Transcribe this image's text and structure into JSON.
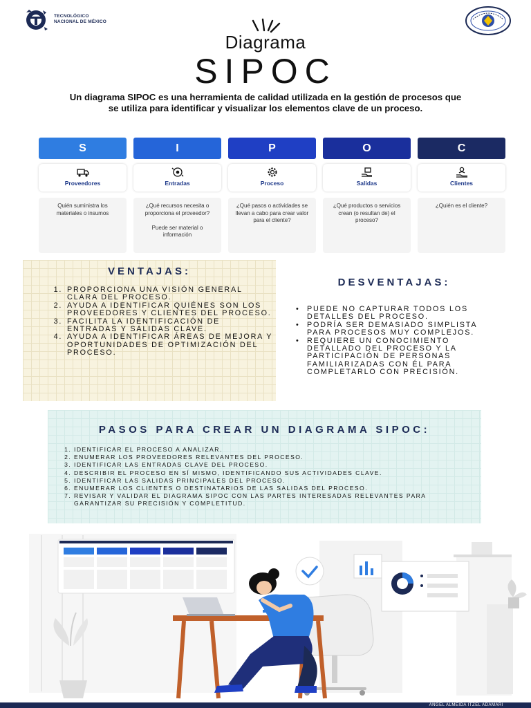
{
  "header": {
    "institution_line1": "TECNOLÓGICO",
    "institution_line2": "NACIONAL DE MÉXICO",
    "title_line1": "Diagrama",
    "title_line2": "SIPOC"
  },
  "intro": "Un diagrama SIPOC es una herramienta de calidad utilizada en la gestión de procesos que se utiliza para identificar y visualizar los elementos clave de un proceso.",
  "sipoc": [
    {
      "letter": "S",
      "category": "Proveedores",
      "icon": "truck-icon",
      "color": "#2f7de1",
      "desc": "Quién suministra los materiales o insumos"
    },
    {
      "letter": "I",
      "category": "Entradas",
      "icon": "gear-cycle-icon",
      "color": "#2565d9",
      "desc": "¿Qué recursos necesita o proporciona el proveedor?\n\nPuede ser material o información"
    },
    {
      "letter": "P",
      "category": "Proceso",
      "icon": "process-gear-icon",
      "color": "#1f3fc4",
      "desc": "¿Qué pasos o actividades se llevan a cabo para crear valor para el cliente?"
    },
    {
      "letter": "O",
      "category": "Salidas",
      "icon": "box-hand-icon",
      "color": "#1a2f9c",
      "desc": "¿Qué productos o servicios crean (o resultan de) el proceso?"
    },
    {
      "letter": "C",
      "category": "Clientes",
      "icon": "client-hand-icon",
      "color": "#1b2a63",
      "desc": "¿Quién es el cliente?"
    }
  ],
  "ventajas": {
    "title": "VENTAJAS:",
    "items": [
      "Proporciona una visión general clara del proceso.",
      "Ayuda a identificar quiénes son los proveedores y clientes del proceso.",
      "Facilita la identificación de entradas y salidas clave.",
      "Ayuda a identificar áreas de mejora y oportunidades de optimización del proceso."
    ]
  },
  "desventajas": {
    "title": "DESVENTAJAS:",
    "items": [
      "Puede no capturar todos los detalles del proceso.",
      "Podría ser demasiado simplista para procesos muy complejos.",
      "Requiere un conocimiento detallado del proceso y la participación de personas familiarizadas con él para completarlo con precisión."
    ]
  },
  "pasos": {
    "title": "PASOS PARA CREAR UN DIAGRAMA SIPOC:",
    "items": [
      "Identificar el proceso a analizar.",
      "Enumerar los proveedores relevantes del proceso.",
      "Identificar las entradas clave del proceso.",
      "Describir el proceso en sí mismo, identificando sus actividades clave.",
      "Identificar las salidas principales del proceso.",
      "Enumerar los clientes o destinatarios de las salidas del proceso.",
      "Revisar y validar el diagrama SIPOC con las partes interesadas relevantes para garantizar su precisión y completitud."
    ]
  },
  "footer": {
    "author": "ANGEL ALMEIDA ITZEL ADAMARI"
  }
}
